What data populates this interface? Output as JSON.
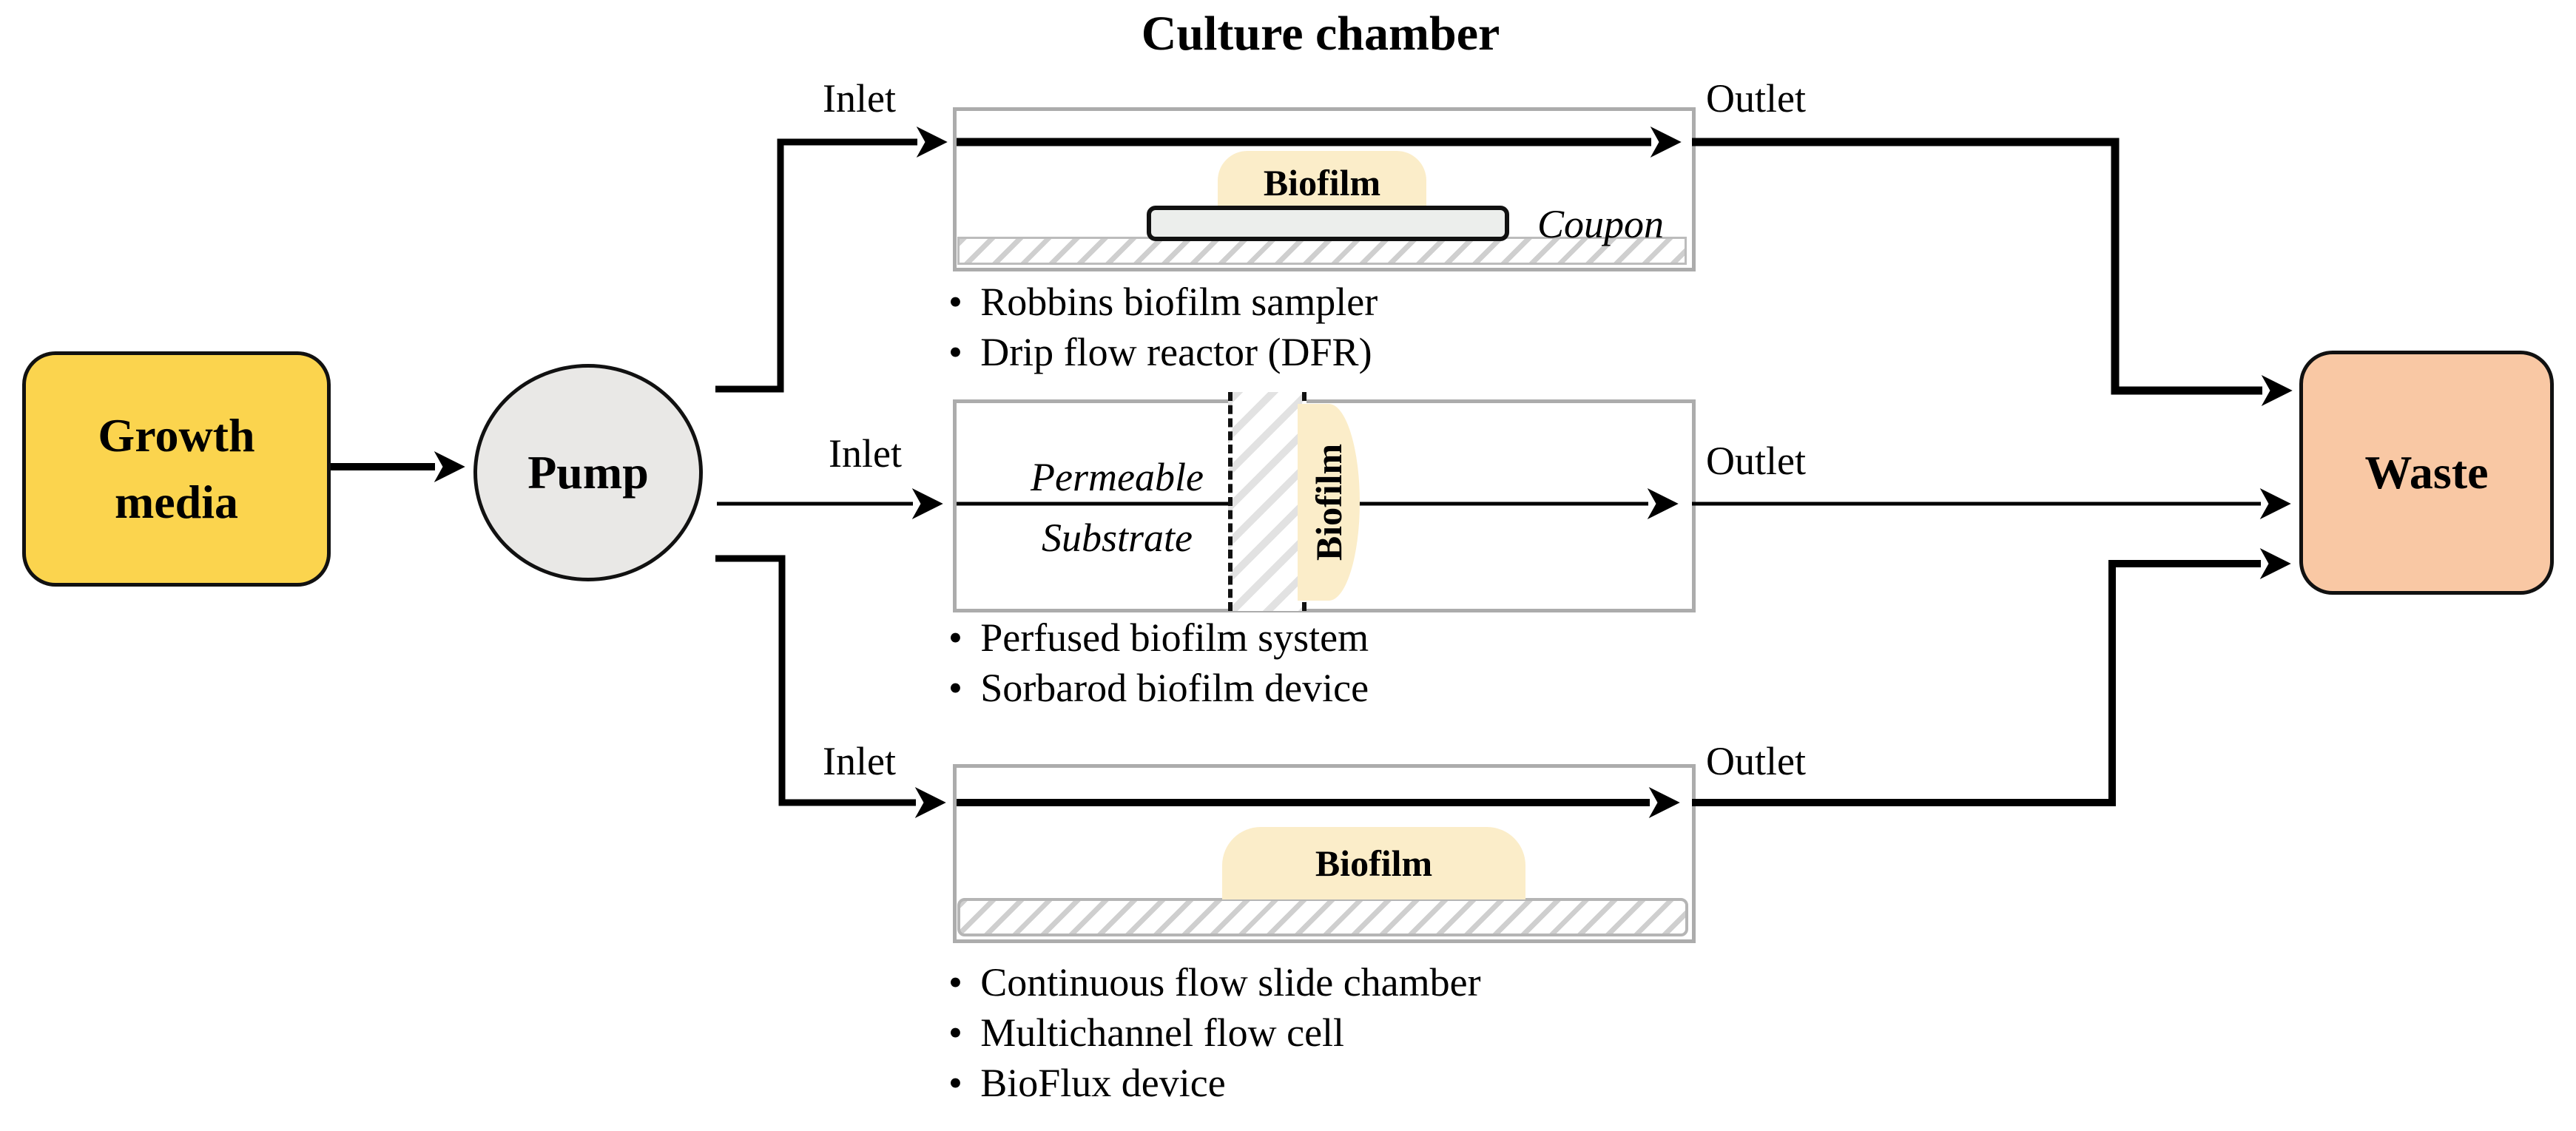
{
  "title": "Culture chamber",
  "nodes": {
    "growth_media": {
      "lines": [
        "Growth",
        "media"
      ],
      "fill": "#fbd44e"
    },
    "pump": {
      "label": "Pump",
      "fill": "#e9e8e6"
    },
    "waste": {
      "label": "Waste",
      "fill": "#f9c8a4"
    }
  },
  "rows": [
    {
      "inlet": "Inlet",
      "outlet": "Outlet",
      "biofilm": "Biofilm",
      "coupon": "Coupon",
      "bullets": [
        "Robbins biofilm sampler",
        "Drip flow reactor (DFR)"
      ]
    },
    {
      "inlet": "Inlet",
      "outlet": "Outlet",
      "biofilm": "Biofilm",
      "substrate_lines": [
        "Permeable",
        "Substrate"
      ],
      "bullets": [
        "Perfused biofilm system",
        "Sorbarod biofilm device"
      ]
    },
    {
      "inlet": "Inlet",
      "outlet": "Outlet",
      "biofilm": "Biofilm",
      "bullets": [
        "Continuous flow slide chamber",
        "Multichannel flow cell",
        "BioFlux device"
      ]
    }
  ],
  "colors": {
    "growth_media_fill": "#fbd44e",
    "pump_fill": "#e9e8e6",
    "waste_fill": "#f9c8a4",
    "biofilm_fill": "#fbedc9",
    "coupon_fill": "#eceeec",
    "chamber_border": "#acacac",
    "arrow": "#000000"
  }
}
